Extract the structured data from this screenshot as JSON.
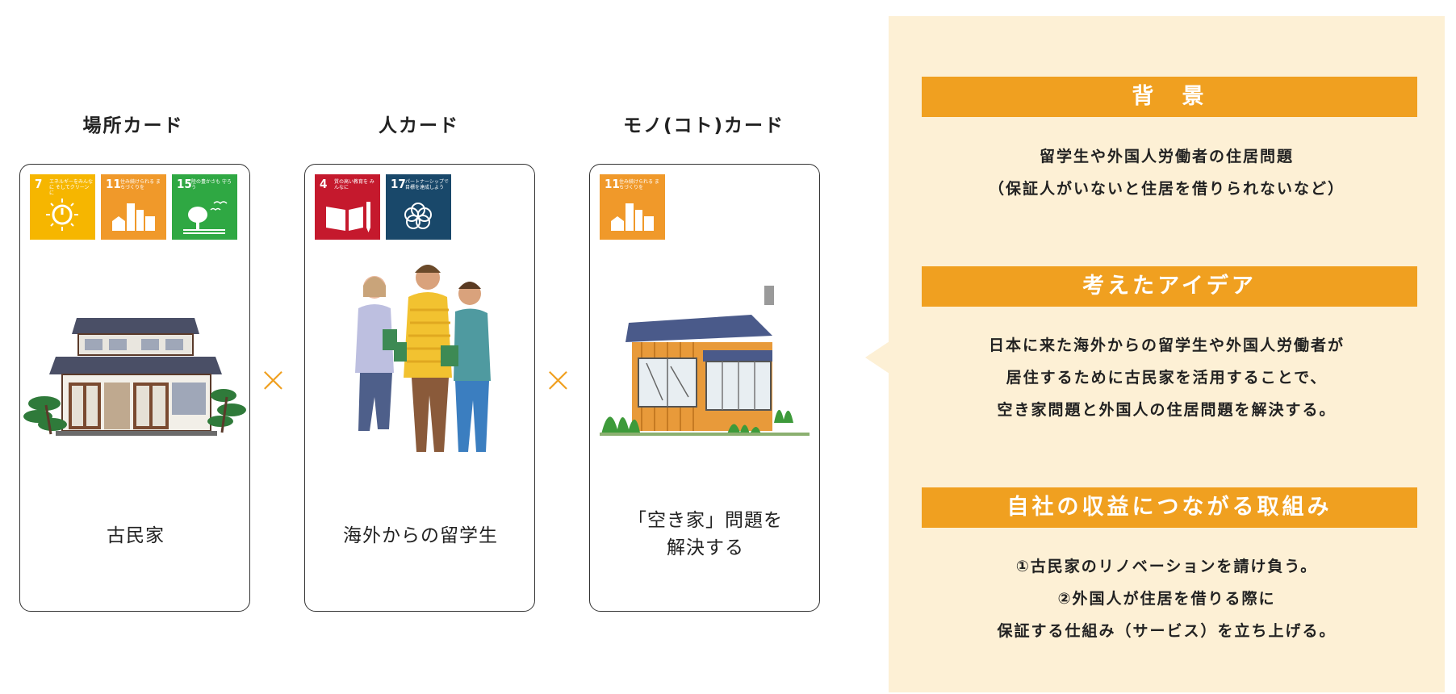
{
  "cards": [
    {
      "title": "場所カード",
      "label_lines": [
        "古民家"
      ],
      "sdgs": [
        {
          "num": "7",
          "caption": "エネルギーをみんなに そしてクリーンに",
          "color": "#f6b600",
          "icon": "sun-power-icon"
        },
        {
          "num": "11",
          "caption": "住み続けられる まちづくりを",
          "color": "#f0992a",
          "icon": "city-buildings-icon"
        },
        {
          "num": "15",
          "caption": "陸の豊かさも 守ろう",
          "color": "#2fa843",
          "icon": "tree-birds-icon"
        }
      ]
    },
    {
      "title": "人カード",
      "label_lines": [
        "海外からの留学生"
      ],
      "sdgs": [
        {
          "num": "4",
          "caption": "質の高い教育を みんなに",
          "color": "#c5192d",
          "icon": "book-pencil-icon"
        },
        {
          "num": "17",
          "caption": "パートナーシップで 目標を達成しよう",
          "color": "#19486a",
          "icon": "rings-flower-icon"
        }
      ]
    },
    {
      "title": "モノ(コト)カード",
      "label_lines": [
        "「空き家」問題を",
        "解決する"
      ],
      "sdgs": [
        {
          "num": "11",
          "caption": "住み続けられる まちづくりを",
          "color": "#f0992a",
          "icon": "city-buildings-icon"
        }
      ]
    }
  ],
  "operator": "×",
  "panel": {
    "sections": [
      {
        "heading": "背　景",
        "lines": [
          "留学生や外国人労働者の住居問題",
          "（保証人がいないと住居を借りられないなど）"
        ]
      },
      {
        "heading": "考えたアイデア",
        "lines": [
          "日本に来た海外からの留学生や外国人労働者が",
          "居住するために古民家を活用することで、",
          "空き家問題と外国人の住居問題を解決する。"
        ]
      },
      {
        "heading": "自社の収益につながる取組み",
        "lines": [
          "①古民家のリノベーションを請け負う。",
          "②外国人が住居を借りる際に",
          "保証する仕組み（サービス）を立ち上げる。"
        ]
      }
    ]
  },
  "colors": {
    "accent": "#f0a020",
    "panel_bg": "#fdf0d5"
  }
}
